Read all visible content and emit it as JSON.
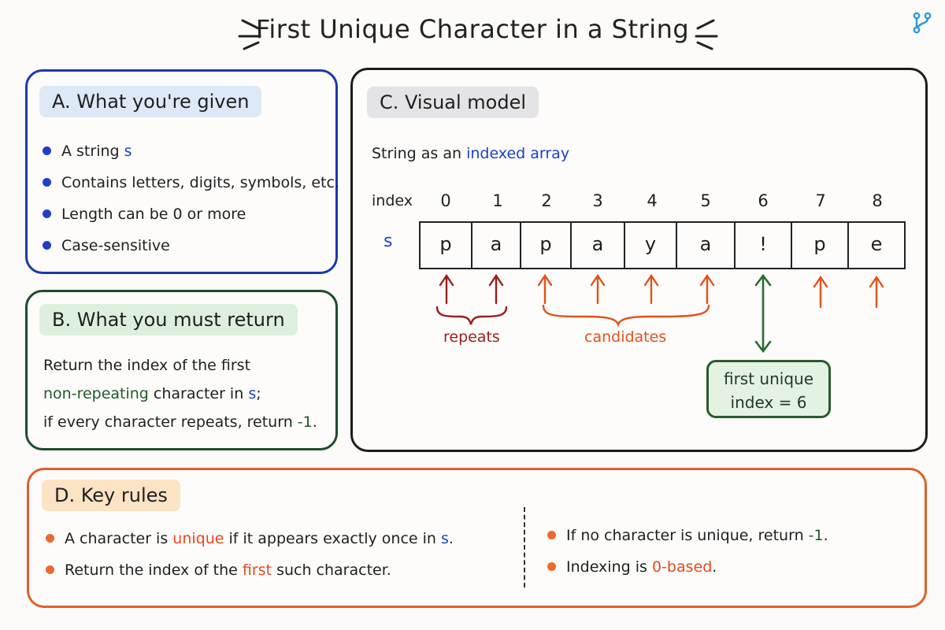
{
  "title": "First Unique Character in a String",
  "icons": {
    "brand": "branch-icon"
  },
  "colors": {
    "blue": "#1d3fcc",
    "green": "#1f5a2a",
    "orange": "#e8481c",
    "dark_red": "#9a1e1e",
    "panel_black": "#1c1c1c"
  },
  "panel_a": {
    "heading": "A. What you're given",
    "items": [
      {
        "text": "A string ",
        "code": "s"
      },
      {
        "text": "Contains letters, digits, symbols, etc."
      },
      {
        "text": "Length can be 0 or more"
      },
      {
        "text": "Case-sensitive"
      }
    ]
  },
  "panel_b": {
    "heading": "B. What you must return",
    "line1": "Return the index of the first",
    "line2_highlight": "non-repeating",
    "line2_rest": " character in ",
    "line2_code": "s",
    "line2_end": ";",
    "line3_start": "if every character repeats, return ",
    "line3_value": "-1",
    "line3_end": "."
  },
  "panel_c": {
    "heading": "C. Visual model",
    "subtitle_start": "String as an ",
    "subtitle_highlight": "indexed array",
    "index_label": "index",
    "s_label": "s",
    "indices": [
      "0",
      "1",
      "2",
      "3",
      "4",
      "5",
      "6",
      "7",
      "8"
    ],
    "chars": [
      "p",
      "a",
      "p",
      "a",
      "y",
      "a",
      "!",
      "p",
      "e"
    ],
    "label_repeats": "repeats",
    "label_candidates": "candidates",
    "unique_line1": "first unique",
    "unique_line2": "index = 6"
  },
  "panel_d": {
    "heading": "D. Key rules",
    "rule1_start": "A character is ",
    "rule1_highlight": "unique",
    "rule1_mid": " if it appears exactly once in ",
    "rule1_code": "s",
    "rule1_end": ".",
    "rule2_start": "Return the index of the ",
    "rule2_highlight": "first",
    "rule2_end": " such character.",
    "rule3_start": "If no character is unique, return ",
    "rule3_value": "-1",
    "rule3_end": ".",
    "rule4_start": "Indexing is ",
    "rule4_highlight": "0-based",
    "rule4_end": "."
  }
}
